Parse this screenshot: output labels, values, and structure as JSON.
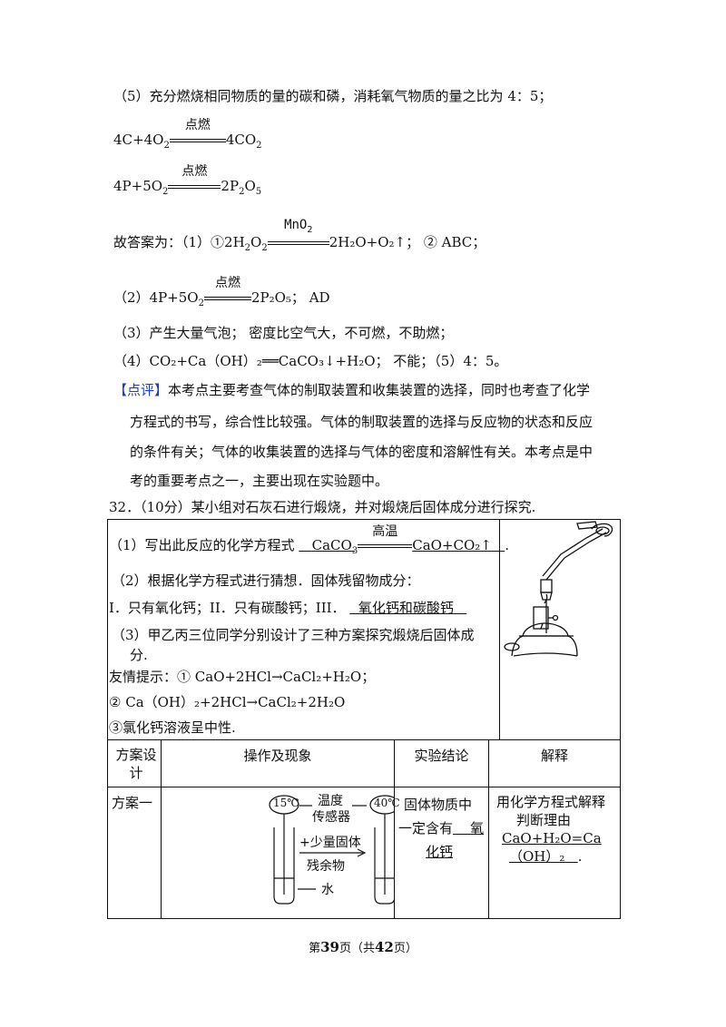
{
  "lines": {
    "l5": "（5）充分燃烧相同物质的量的碳和磷，消耗氧气物质的量之比为 4：5；",
    "eq1_left": "4C+4O",
    "eq1_right": "4CO",
    "ignite": "点燃",
    "eq2_left": "4P+5O",
    "eq2_right": "2P",
    "ans_prefix": "故答案为：（1）①2H",
    "mno2": "MnO",
    "ans1_rest": "2H₂O+O₂↑；  ② ABC；",
    "ans2_prefix": "（2）4P+5O",
    "ans2_rest": "2P₂O₅；   AD",
    "ans3": "（3）产生大量气泡；    密度比空气大，不可燃，不助燃；",
    "ans4": "（4）CO₂+Ca（OH）₂══CaCO₃↓+H₂O；       不能；（5）4：5。",
    "comment_tag": "【点评】",
    "comment_1": "本考点主要考查气体的制取装置和收集装置的选择，同时也考查了化学",
    "comment_2": "方程式的书写，综合性比较强。气体的制取装置的选择与反应物的状态和反应",
    "comment_3": "的条件有关；气体的收集装置的选择与气体的密度和溶解性有关。本考点是中",
    "comment_4": "考的重要考点之一，主要出现在实验题中。",
    "q32": "32．（10分）某小组对石灰石进行煅烧，并对煅烧后固体成分进行探究."
  },
  "box": {
    "b1_prefix": "（1）写出此反应的化学方程式",
    "b1_left": "CaCO",
    "b1_cond": "高温",
    "b1_right": "CaO+CO₂↑",
    "b1_end": ".",
    "b2": "（2）根据化学方程式进行猜想．固体残留物成分：",
    "b3_prefix": "I．只有氧化钙；II．只有碳酸钙；III．",
    "b3_answer": "氧化钙和碳酸钙",
    "b4a": "（3）甲乙丙三位同学分别设计了三种方案探究煅烧后固体成",
    "b4b": "分.",
    "b5": "友情提示：① CaO+2HCl→CaCl₂+H₂O；",
    "b6": "② Ca（OH）₂+2HCl→CaCl₂+2H₂O",
    "b7": "③氯化钙溶液呈中性."
  },
  "table": {
    "h1a": "方案设",
    "h1b": "计",
    "h2": "操作及现象",
    "h3": "实验结论",
    "h4": "解释",
    "r1c1": "方案一",
    "temp1": "15℃",
    "temp2": "40℃",
    "sensor_a": "温度",
    "sensor_b": "传感器",
    "add_a": "+少量固体",
    "add_b": "残余物",
    "water": "水",
    "r1c3a": "固体物质中",
    "r1c3b": "一定含有",
    "r1c3c": "氧",
    "r1c3d": "化钙",
    "r1c4a": "用化学方程式解释",
    "r1c4b": "判断理由",
    "r1c4c": "CaO+H₂O=Ca",
    "r1c4d": "（OH）₂",
    "r1c4e": "."
  },
  "footer": {
    "pre": "第",
    "page": "39",
    "mid": "页（共",
    "total": "42",
    "post": "页）"
  }
}
